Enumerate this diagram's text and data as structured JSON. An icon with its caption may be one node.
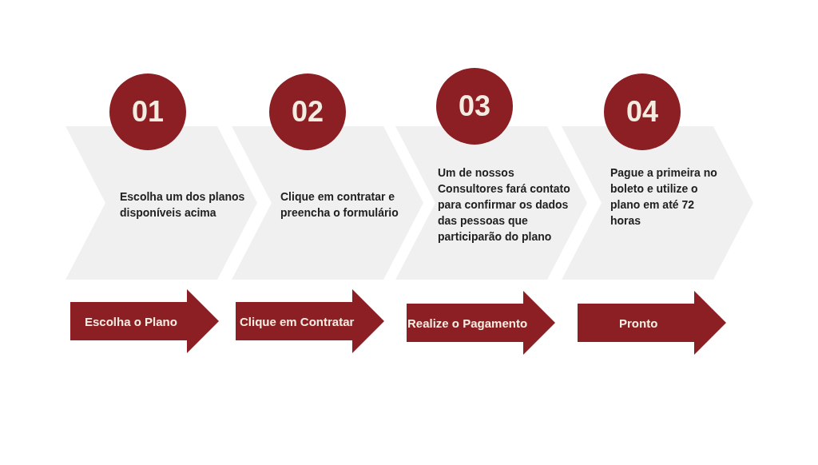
{
  "diagram": {
    "nodes": [
      {
        "text": [
          "01"
        ]
      },
      {
        "text": [
          "02"
        ]
      },
      {
        "text": [
          "03"
        ]
      },
      {
        "text": [
          "04"
        ]
      },
      {
        "text": [
          "Escolha um dos planos disponíveis acima"
        ]
      },
      {
        "text": [
          "Clique em contratar e preencha o formulário"
        ]
      },
      {
        "text": [
          "Um de nossos Consultores fará contato para confirmar os dados das pessoas que participarão do plano"
        ]
      },
      {
        "text": [
          "Pague a primeira no boleto e utilize o plano em até 72 horas"
        ]
      },
      {
        "text": [
          "Escolha o Plano"
        ]
      },
      {
        "text": [
          "Clique em Contratar"
        ]
      },
      {
        "text": [
          "Realize o Pagamento"
        ]
      },
      {
        "text": [
          "Pronto"
        ]
      }
    ]
  }
}
